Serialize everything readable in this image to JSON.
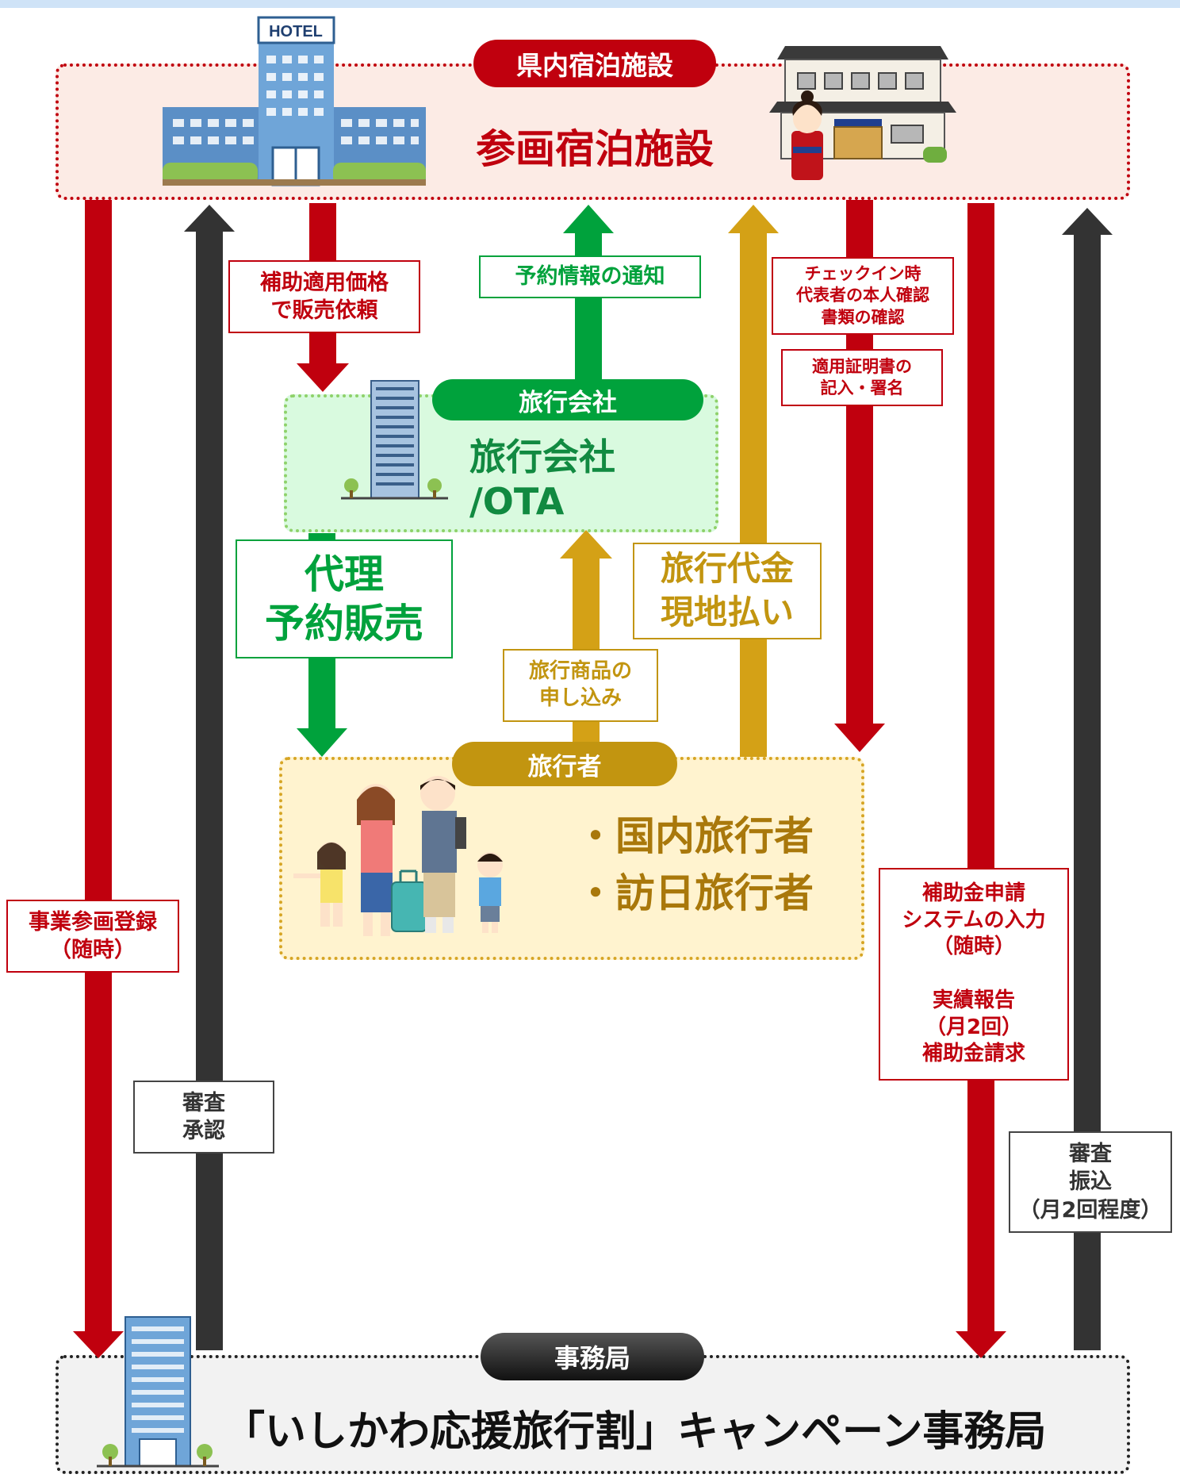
{
  "colors": {
    "red": "#c0000e",
    "dark": "#333333",
    "green": "#00a23c",
    "gold": "#d4a116"
  },
  "hotel_section": {
    "badge": "県内宿泊施設",
    "title": "参画宿泊施設",
    "hotel_sign": "HOTEL"
  },
  "agency_section": {
    "badge": "旅行会社",
    "title": "旅行会社\n/OTA"
  },
  "traveler_section": {
    "badge": "旅行者",
    "items": [
      "・国内旅行者",
      "・訪日旅行者"
    ]
  },
  "office_section": {
    "badge": "事務局",
    "title": "「いしかわ応援旅行割」キャンペーン事務局"
  },
  "labels": {
    "business_registration": "事業参画登録\n（随時）",
    "review_approval": "審査\n承認",
    "discount_price_request": "補助適用価格\nで販売依頼",
    "reservation_notice": "予約情報の通知",
    "agency_sales": "代理\n予約販売",
    "product_application": "旅行商品の\n申し込み",
    "local_payment": "旅行代金\n現地払い",
    "checkin_confirmation": "チェックイン時\n代表者の本人確認\n書類の確認",
    "certificate_signature": "適用証明書の\n記入・署名",
    "subsidy_application": "補助金申請\nシステムの入力\n（随時）\n\n実績報告\n（月2回）\n補助金請求",
    "review_transfer": "審査\n振込\n（月2回程度）"
  }
}
